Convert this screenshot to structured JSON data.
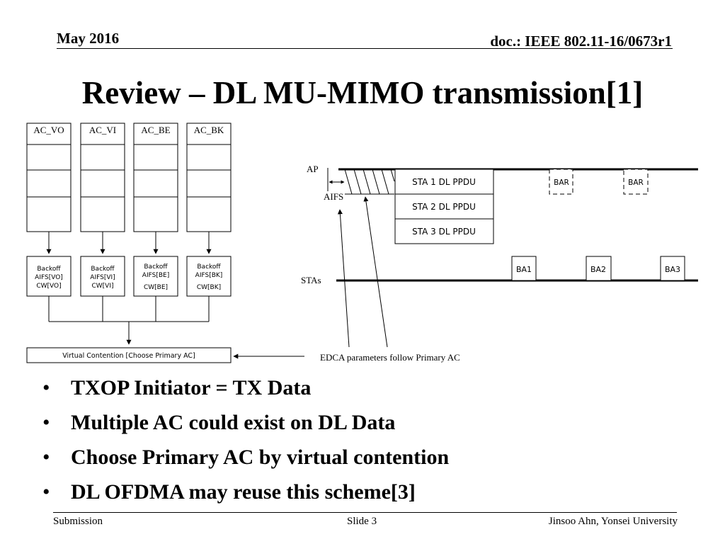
{
  "header": {
    "date": "May 2016",
    "doc_id": "doc.: IEEE 802.11-16/0673r1"
  },
  "title": "Review – DL MU-MIMO transmission[1]",
  "diagram": {
    "queues": [
      {
        "label": "AC_VO",
        "backoff": [
          "Backoff",
          "AIFS[VO]",
          "CW[VO]"
        ]
      },
      {
        "label": "AC_VI",
        "backoff": [
          "Backoff",
          "AIFS[VI]",
          "CW[VI]"
        ]
      },
      {
        "label": "AC_BE",
        "backoff": [
          "Backoff",
          "AIFS[BE]",
          "CW[BE]"
        ]
      },
      {
        "label": "AC_BK",
        "backoff": [
          "Backoff",
          "AIFS[BK]",
          "CW[BK]"
        ]
      }
    ],
    "virtual_contention": "Virtual Contention [Choose Primary AC]",
    "edca_note": "EDCA parameters follow Primary AC",
    "ap_label": "AP",
    "aifs_label": "AIFS",
    "stas_label": "STAs",
    "ppdus": [
      "STA 1 DL PPDU",
      "STA 2 DL PPDU",
      "STA 3 DL PPDU"
    ],
    "bar_labels": [
      "BAR",
      "BAR"
    ],
    "ba_labels": [
      "BA1",
      "BA2",
      "BA3"
    ]
  },
  "bullets": [
    "TXOP Initiator = TX Data",
    "Multiple AC could exist on DL Data",
    "Choose Primary AC by virtual contention",
    "DL OFDMA may reuse this scheme[3]"
  ],
  "bullet_symbol": "•",
  "footer": {
    "left": "Submission",
    "center": "Slide 3",
    "right": "Jinsoo Ahn, Yonsei University"
  }
}
